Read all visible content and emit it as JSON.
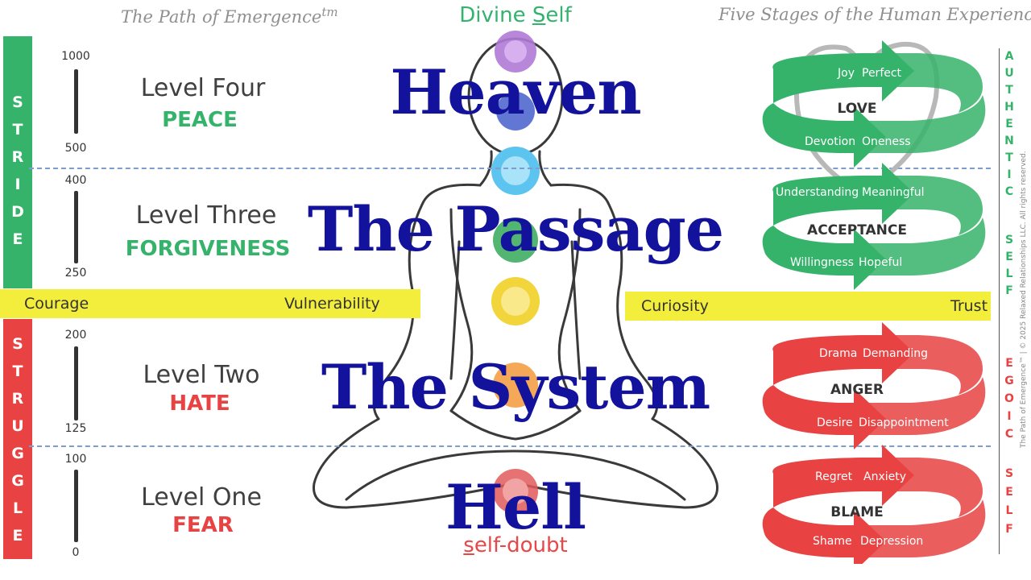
{
  "header": {
    "left_title": "The Path of Emergence",
    "left_tm": "tm",
    "divine_prefix": "Divine ",
    "divine_underlined": "S",
    "divine_suffix": "elf",
    "right_title": "Five Stages of the Human Experience"
  },
  "left_bars": {
    "stride": [
      "S",
      "T",
      "R",
      "I",
      "D",
      "E"
    ],
    "struggle": [
      "S",
      "T",
      "R",
      "U",
      "G",
      "G",
      "L",
      "E"
    ]
  },
  "right_bars": {
    "authentic": [
      "A",
      "U",
      "T",
      "H",
      "E",
      "N",
      "T",
      "I",
      "C"
    ],
    "authentic_self": [
      "S",
      "E",
      "L",
      "F"
    ],
    "egoic": [
      "E",
      "G",
      "O",
      "I",
      "C"
    ],
    "egoic_self": [
      "S",
      "E",
      "L",
      "F"
    ]
  },
  "scale": {
    "level4": {
      "top": "1000",
      "bottom": "500"
    },
    "level3": {
      "top": "400",
      "bottom": "250"
    },
    "level2": {
      "top": "200",
      "bottom": "125"
    },
    "level1": {
      "top": "100",
      "bottom": "0"
    }
  },
  "levels": {
    "four": {
      "name": "Level Four",
      "emotion": "PEACE"
    },
    "three": {
      "name": "Level Three",
      "emotion": "FORGIVENESS"
    },
    "two": {
      "name": "Level Two",
      "emotion": "HATE"
    },
    "one": {
      "name": "Level One",
      "emotion": "FEAR"
    }
  },
  "band": {
    "courage": "Courage",
    "vulnerability": "Vulnerability",
    "curiosity": "Curiosity",
    "trust": "Trust"
  },
  "big_words": {
    "heaven": "Heaven",
    "passage": "The Passage",
    "system": "The System",
    "hell": "Hell"
  },
  "bottom": {
    "underlined": "s",
    "rest": "elf-doubt"
  },
  "cycles": {
    "love": {
      "center": "LOVE",
      "tl": "Joy",
      "tr": "Perfect",
      "bl": "Devotion",
      "br": "Oneness"
    },
    "acceptance": {
      "center": "ACCEPTANCE",
      "tl": "Understanding",
      "tr": "Meaningful",
      "bl": "Willingness",
      "br": "Hopeful"
    },
    "anger": {
      "center": "ANGER",
      "tl": "Drama",
      "tr": "Demanding",
      "bl": "Desire",
      "br": "Disappointment"
    },
    "blame": {
      "center": "BLAME",
      "tl": "Regret",
      "tr": "Anxiety",
      "bl": "Shame",
      "br": "Depression"
    }
  },
  "copyright": "The Path of Emergence™ | © 2025 Relaxed Relationships LLC. All rights reserved.",
  "colors": {
    "green": "#36b36a",
    "red": "#e84242",
    "yellow": "#f3ee3c",
    "navy": "#12129c"
  }
}
